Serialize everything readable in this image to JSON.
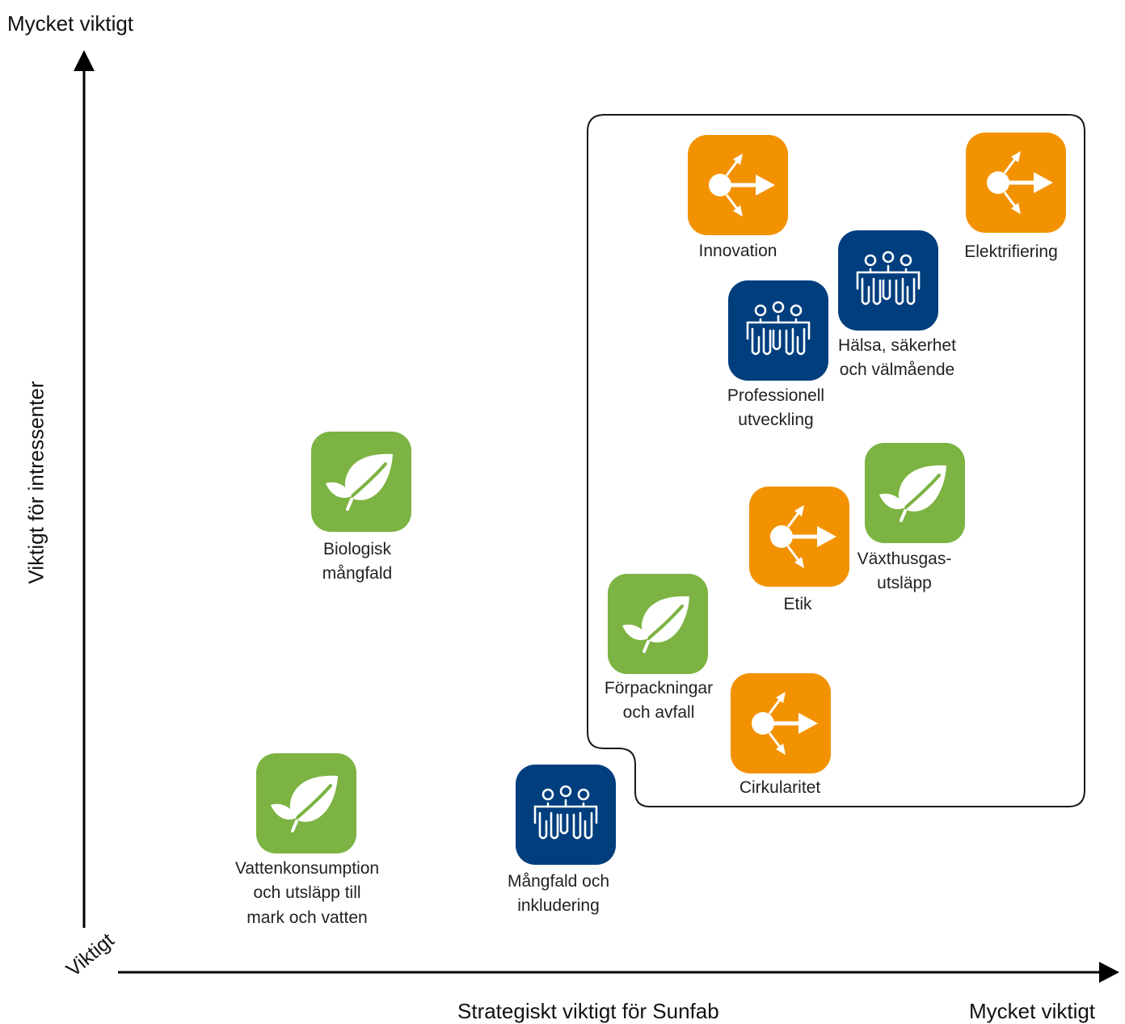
{
  "axes": {
    "y_top_label": "Mycket viktigt",
    "y_title": "Viktigt för intressenter",
    "origin_label": "Viktigt",
    "x_title": "Strategiskt viktigt för Sunfab",
    "x_right_label": "Mycket viktigt"
  },
  "colors": {
    "environment": "#7cb342",
    "social": "#003e7e",
    "governance": "#f39200",
    "axis": "#000000"
  },
  "icons": {
    "environment": "leaf-icon",
    "social": "people-icon",
    "governance": "branching-arrows-icon"
  },
  "topics": [
    {
      "id": "innovation",
      "category": "governance",
      "lines": [
        "Innovation"
      ]
    },
    {
      "id": "elektrifiering",
      "category": "governance",
      "lines": [
        "Elektrifiering"
      ]
    },
    {
      "id": "halsa",
      "category": "social",
      "lines": [
        "Hälsa, säkerhet",
        "och välmående"
      ]
    },
    {
      "id": "professionell",
      "category": "social",
      "lines": [
        "Professionell",
        "utveckling"
      ]
    },
    {
      "id": "biologisk",
      "category": "environment",
      "lines": [
        "Biologisk",
        "mångfald"
      ]
    },
    {
      "id": "vaxthusgas",
      "category": "environment",
      "lines": [
        "Växthusgas-",
        "utsläpp"
      ]
    },
    {
      "id": "etik",
      "category": "governance",
      "lines": [
        "Etik"
      ]
    },
    {
      "id": "forpackningar",
      "category": "environment",
      "lines": [
        "Förpackningar",
        "och avfall"
      ]
    },
    {
      "id": "cirkularitet",
      "category": "governance",
      "lines": [
        "Cirkularitet"
      ]
    },
    {
      "id": "vattenkonsumption",
      "category": "environment",
      "lines": [
        "Vattenkonsumption",
        "och utsläpp till",
        "mark och vatten"
      ]
    },
    {
      "id": "mangfald",
      "category": "social",
      "lines": [
        "Mångfald och",
        "inkludering"
      ]
    }
  ]
}
